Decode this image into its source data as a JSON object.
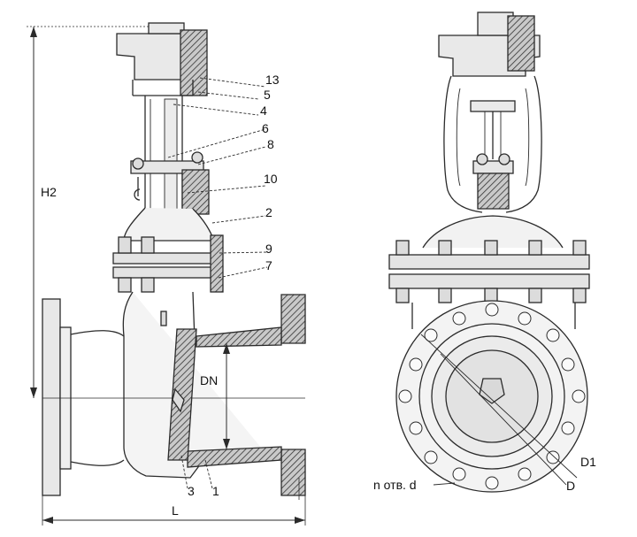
{
  "callouts": [
    "13",
    "5",
    "4",
    "6",
    "8",
    "10",
    "2",
    "9",
    "7",
    "3",
    "1"
  ],
  "dimensions": {
    "h2": "H2",
    "dn": "DN",
    "l": "L",
    "d1": "D1",
    "d": "D",
    "holes": "n отв. d"
  },
  "colors": {
    "line": "#2b2b2b",
    "fill_light": "#e9e9e9",
    "fill_mid": "#d4d4d4",
    "hatch": "#333333"
  }
}
